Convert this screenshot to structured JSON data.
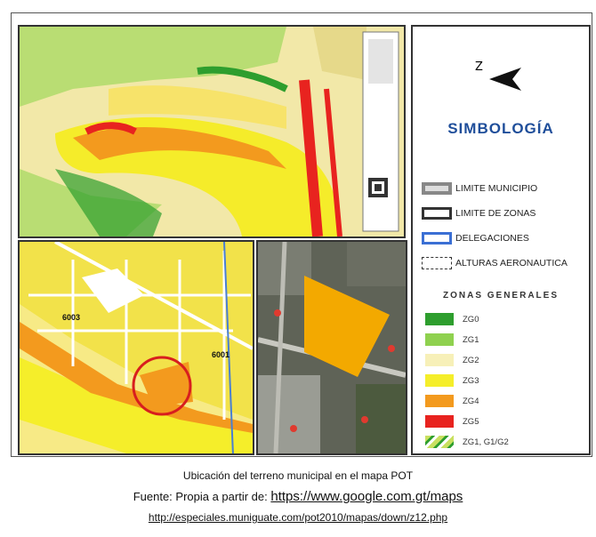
{
  "legend": {
    "north_label": "Z",
    "title": "SIMBOLOGÍA",
    "line_items": [
      {
        "label": "LIMITE MUNICIPIO"
      },
      {
        "label": "LIMITE DE ZONAS"
      },
      {
        "label": "DELEGACIONES"
      },
      {
        "label": "ALTURAS AERONAUTICA"
      }
    ],
    "zones_title": "ZONAS GENERALES",
    "zones": [
      {
        "label": "ZG0",
        "color": "#2e9e2e"
      },
      {
        "label": "ZG1",
        "color": "#8fd14f"
      },
      {
        "label": "ZG2",
        "color": "#f7f0b8"
      },
      {
        "label": "ZG3",
        "color": "#f5ee2a"
      },
      {
        "label": "ZG4",
        "color": "#f39a1e"
      },
      {
        "label": "ZG5",
        "color": "#e8231f"
      },
      {
        "label": "ZG1, G1/G2",
        "color": "#c9e060"
      }
    ]
  },
  "zoom_map": {
    "zone_labels": [
      "6003",
      "6001"
    ]
  },
  "caption": {
    "line1": "Ubicación del terreno municipal en el mapa POT",
    "line2_prefix": "Fuente: Propia a partir de: ",
    "line2_link": "https://www.google.com.gt/maps",
    "line3": "http://especiales.muniguate.com/pot2010/mapas/down/z12.php"
  }
}
